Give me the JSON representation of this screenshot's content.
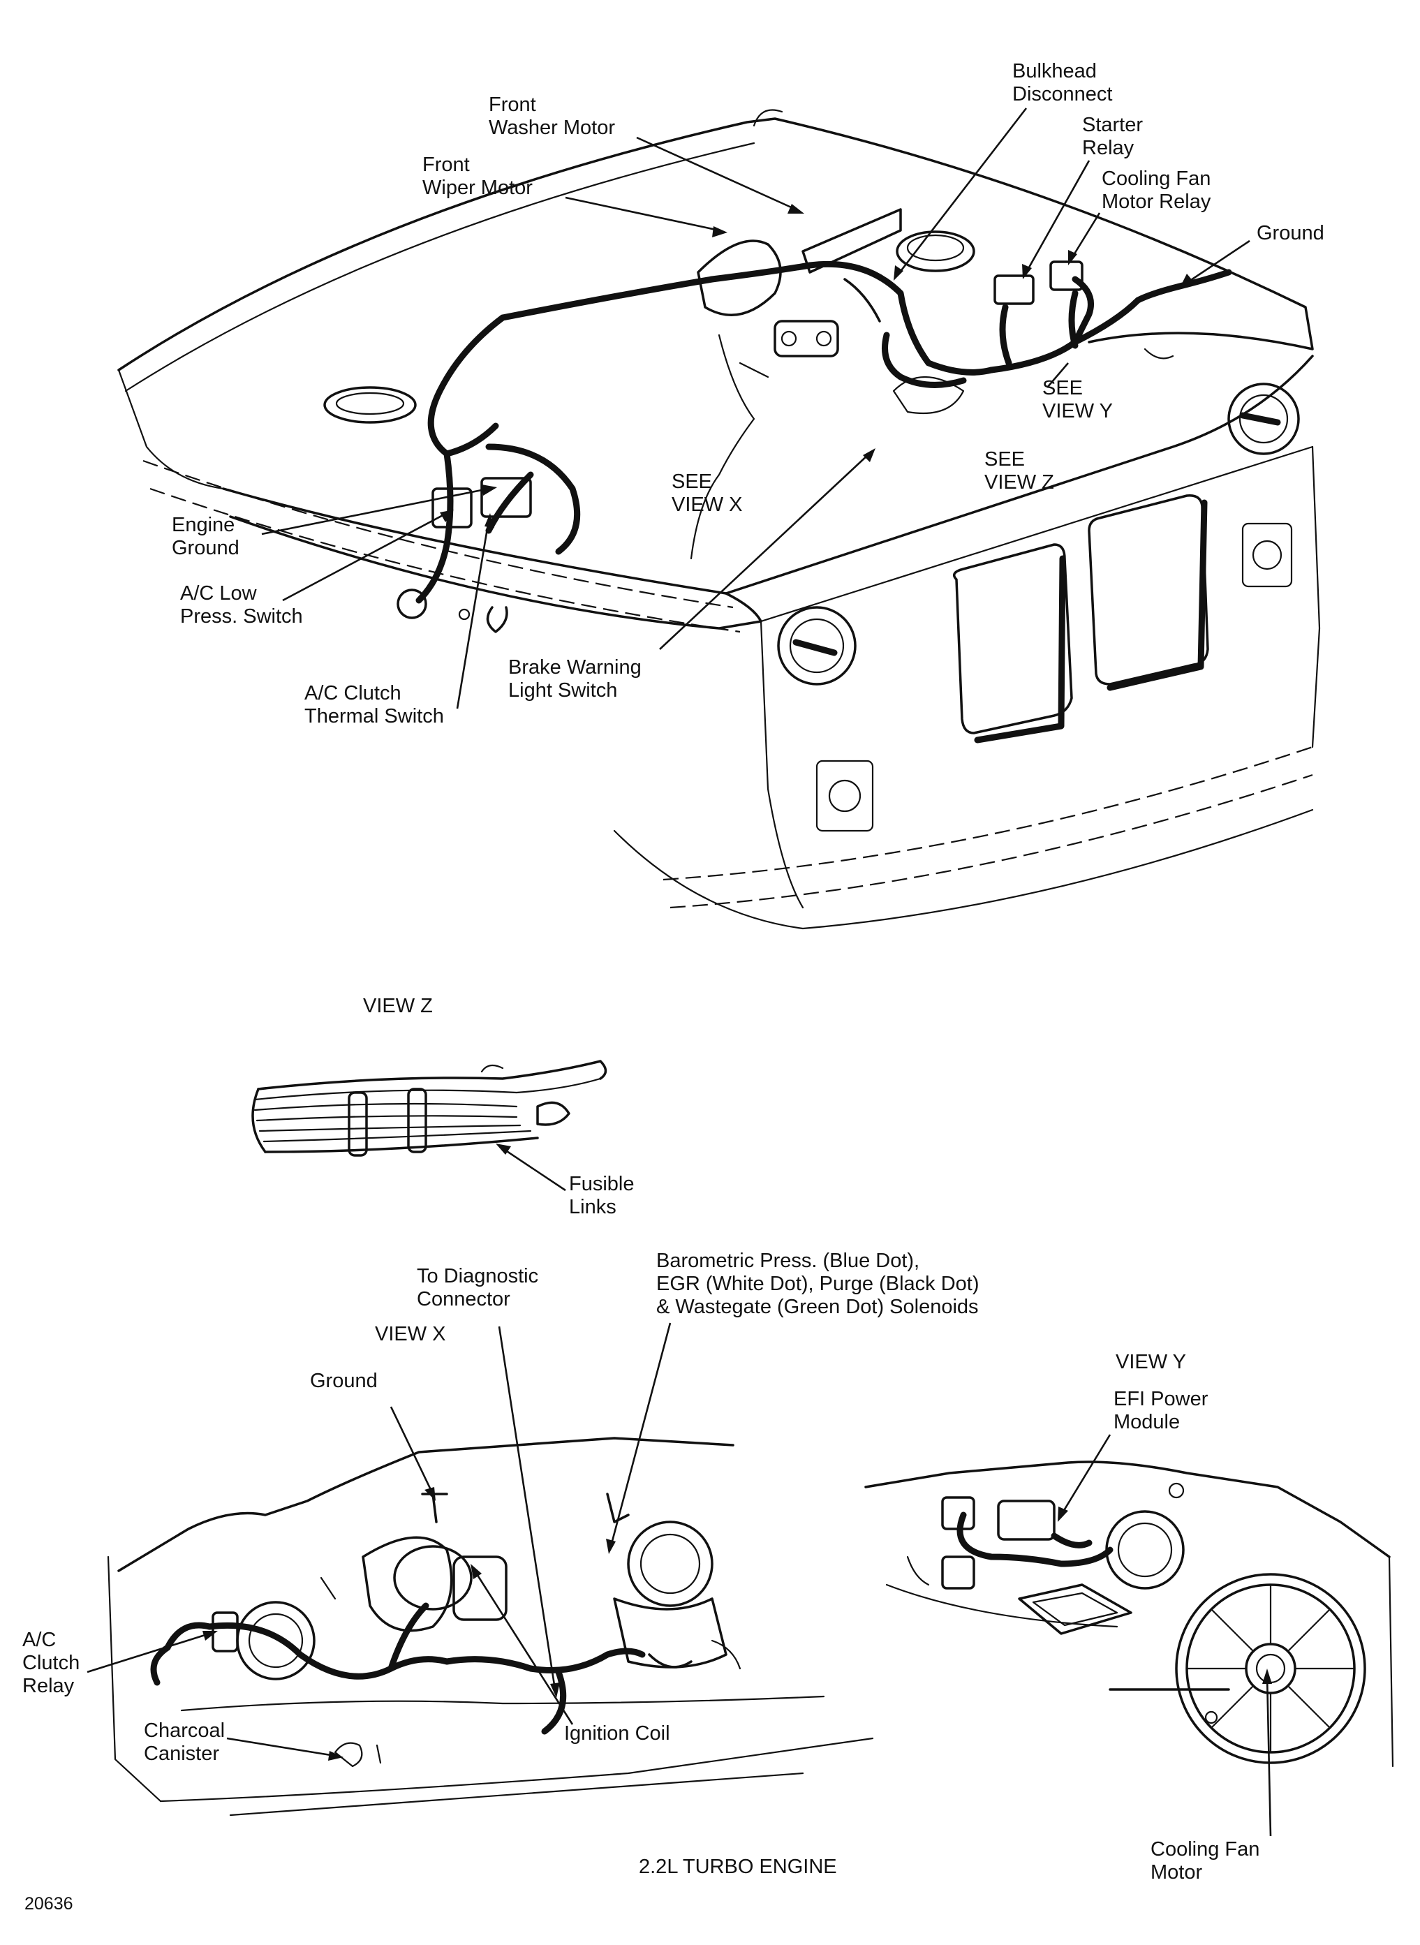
{
  "main_view": {
    "labels": {
      "front_washer_motor": "Front\nWasher Motor",
      "front_wiper_motor": "Front\nWiper Motor",
      "bulkhead_disconnect": "Bulkhead\nDisconnect",
      "starter_relay": "Starter\nRelay",
      "cooling_fan_motor_relay": "Cooling Fan\nMotor Relay",
      "ground": "Ground",
      "see_view_y": "SEE\nVIEW Y",
      "see_view_z": "SEE\nVIEW Z",
      "see_view_x": "SEE\nVIEW X",
      "engine_ground": "Engine\nGround",
      "ac_low_press_switch": "A/C Low\nPress. Switch",
      "ac_clutch_thermal_switch": "A/C Clutch\nThermal Switch",
      "brake_warning_light_switch": "Brake Warning\nLight Switch"
    }
  },
  "view_z": {
    "title": "VIEW Z",
    "labels": {
      "fusible_links": "Fusible\nLinks"
    }
  },
  "view_x": {
    "title": "VIEW X",
    "labels": {
      "to_diagnostic_connector": "To Diagnostic\nConnector",
      "solenoids": "Barometric Press. (Blue Dot),\nEGR (White Dot), Purge (Black Dot)\n& Wastegate (Green Dot) Solenoids",
      "ground": "Ground",
      "ac_clutch_relay": "A/C\nClutch\nRelay",
      "charcoal_canister": "Charcoal\nCanister",
      "ignition_coil": "Ignition Coil"
    }
  },
  "view_y": {
    "title": "VIEW Y",
    "labels": {
      "efi_power_module": "EFI Power\nModule",
      "cooling_fan_motor": "Cooling Fan\nMotor"
    }
  },
  "caption": "2.2L TURBO ENGINE",
  "figure_number": "20636"
}
